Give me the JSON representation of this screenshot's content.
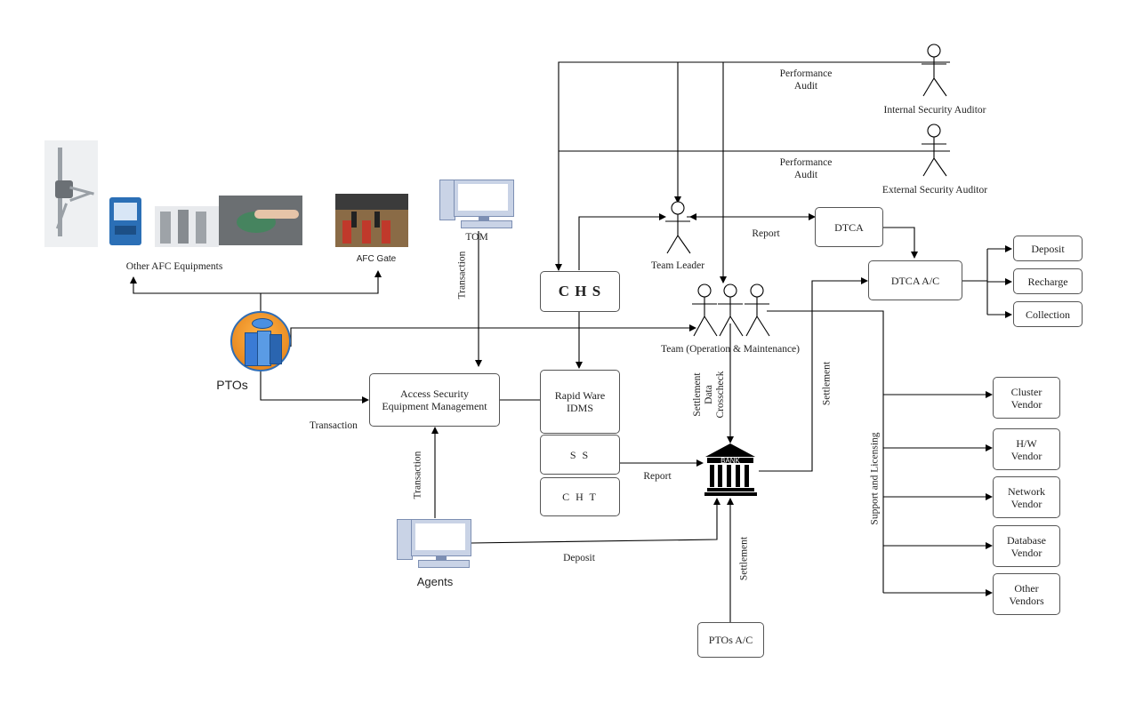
{
  "labels": {
    "other_afc": "Other AFC Equipments",
    "afc_gate": "AFC Gate",
    "tom": "TOM",
    "ptos": "PTOs",
    "agents": "Agents",
    "team_leader": "Team Leader",
    "team": "Team (Operation & Maintenance)",
    "internal_auditor": "Internal Security Auditor",
    "external_auditor": "External Security Auditor",
    "bank": "BANK"
  },
  "boxes": {
    "chs": "C H S",
    "asem": "Access Security\nEquipment Management",
    "rapid": "Rapid Ware\nIDMS",
    "ss": "S S",
    "cht": "C H T",
    "dtca": "DTCA",
    "dtca_ac": "DTCA A/C",
    "deposit": "Deposit",
    "recharge": "Recharge",
    "collection": "Collection",
    "cluster": "Cluster\nVendor",
    "hw": "H/W\nVendor",
    "network": "Network\nVendor",
    "database": "Database\nVendor",
    "other_vendors": "Other\nVendors",
    "ptos_ac": "PTOs A/C"
  },
  "edges": {
    "perf_audit_1": "Performance\nAudit",
    "perf_audit_2": "Performance\nAudit",
    "report_tl": "Report",
    "transaction_ptos": "Transaction",
    "transaction_tom": "Transaction",
    "transaction_agents": "Transaction",
    "report_ss": "Report",
    "deposit_agents": "Deposit",
    "settlement_top": "Settlement\nData\nCrosscheck",
    "settlement_right": "Settlement",
    "settlement_bottom": "Settlement",
    "support": "Support and Licensing"
  }
}
